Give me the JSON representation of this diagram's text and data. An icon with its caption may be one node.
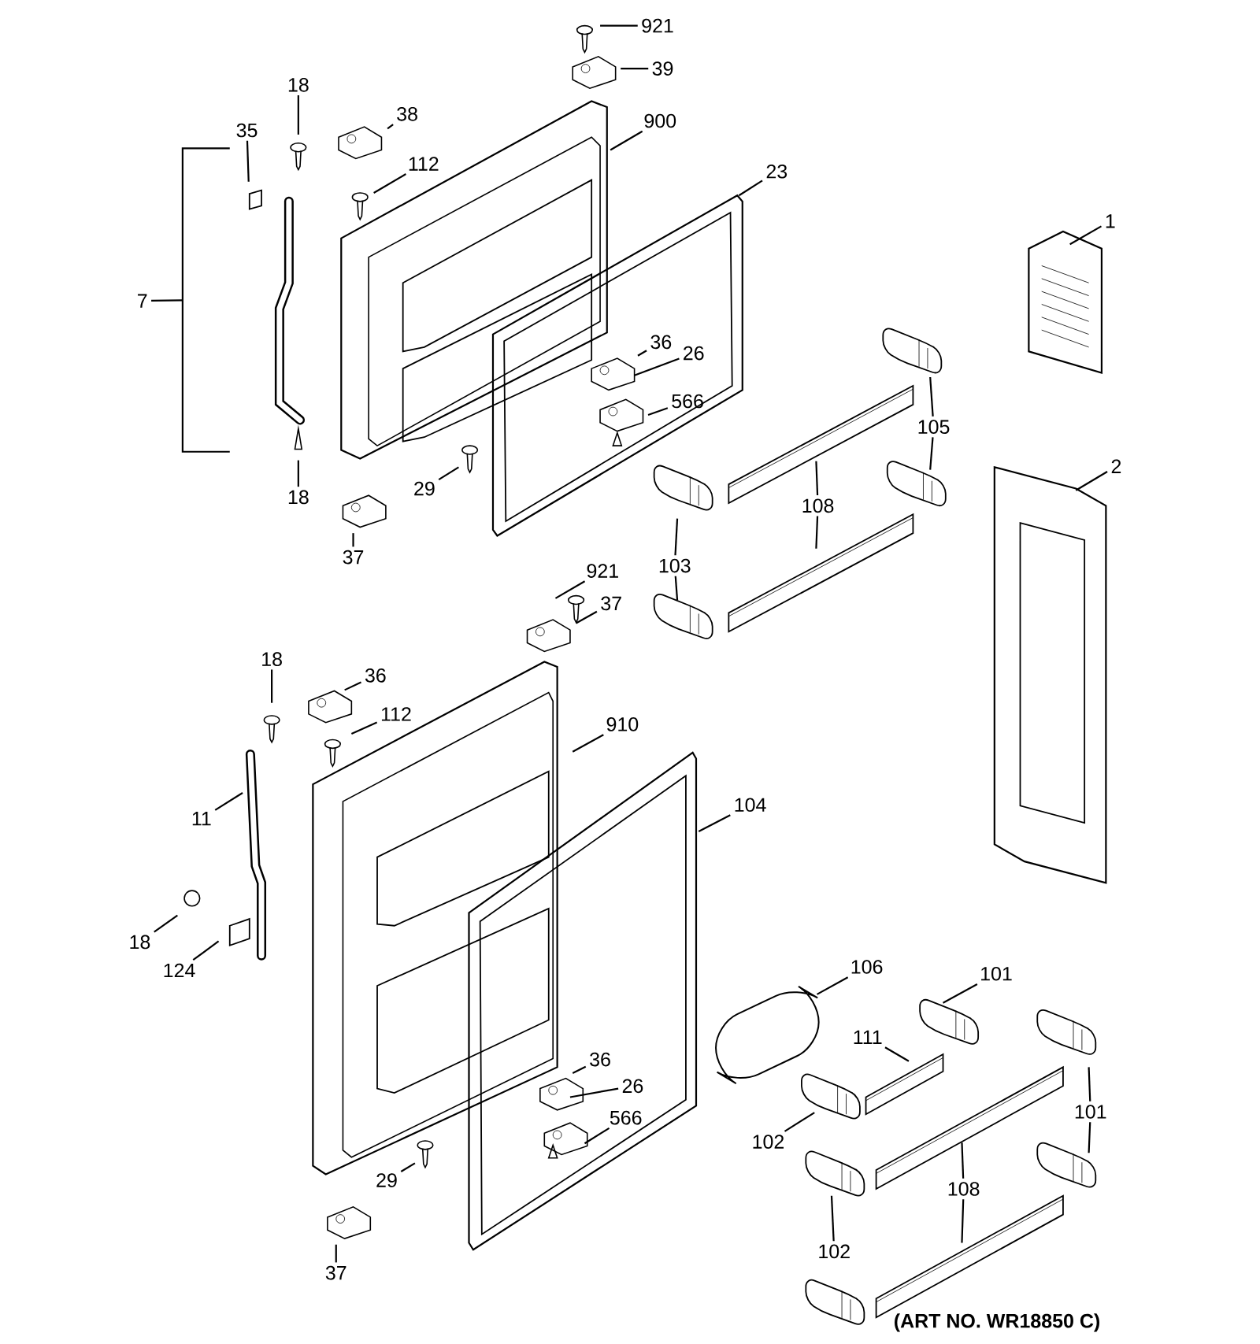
{
  "diagram": {
    "nodes": [
      {
        "text": [
          "921"
        ]
      },
      {
        "text": [
          "39"
        ]
      },
      {
        "text": [
          "38"
        ]
      },
      {
        "text": [
          "900"
        ]
      },
      {
        "text": [
          "18"
        ]
      },
      {
        "text": [
          "35"
        ]
      },
      {
        "text": [
          "112"
        ]
      },
      {
        "text": [
          "23"
        ]
      },
      {
        "text": [
          "1"
        ]
      },
      {
        "text": [
          "7"
        ]
      },
      {
        "text": [
          "36"
        ]
      },
      {
        "text": [
          "26"
        ]
      },
      {
        "text": [
          "566"
        ]
      },
      {
        "text": [
          "105"
        ]
      },
      {
        "text": [
          "2"
        ]
      },
      {
        "text": [
          "18"
        ]
      },
      {
        "text": [
          "29"
        ]
      },
      {
        "text": [
          "108"
        ]
      },
      {
        "text": [
          "103"
        ]
      },
      {
        "text": [
          "37"
        ]
      },
      {
        "text": [
          "921"
        ]
      },
      {
        "text": [
          "37"
        ]
      },
      {
        "text": [
          "18"
        ]
      },
      {
        "text": [
          "36"
        ]
      },
      {
        "text": [
          "112"
        ]
      },
      {
        "text": [
          "910"
        ]
      },
      {
        "text": [
          "11"
        ]
      },
      {
        "text": [
          "104"
        ]
      },
      {
        "text": [
          "18"
        ]
      },
      {
        "text": [
          "124"
        ]
      },
      {
        "text": [
          "106"
        ]
      },
      {
        "text": [
          "101"
        ]
      },
      {
        "text": [
          "111"
        ]
      },
      {
        "text": [
          "36"
        ]
      },
      {
        "text": [
          "26"
        ]
      },
      {
        "text": [
          "101"
        ]
      },
      {
        "text": [
          "102"
        ]
      },
      {
        "text": [
          "566"
        ]
      },
      {
        "text": [
          "29"
        ]
      },
      {
        "text": [
          "108"
        ]
      },
      {
        "text": [
          "102"
        ]
      },
      {
        "text": [
          "37"
        ]
      },
      {
        "text": [],
        "shape": "bracket"
      }
    ],
    "edges": [
      {
        "from": 0,
        "to": null,
        "arrow": "none"
      },
      {
        "from": 1,
        "to": null,
        "arrow": "none"
      },
      {
        "from": 2,
        "to": null,
        "arrow": "none"
      },
      {
        "from": 3,
        "to": null,
        "arrow": "none"
      },
      {
        "from": 4,
        "to": null,
        "arrow": "none"
      },
      {
        "from": 5,
        "to": null,
        "arrow": "none"
      },
      {
        "from": 6,
        "to": null,
        "arrow": "none"
      },
      {
        "from": 7,
        "to": null,
        "arrow": "none"
      },
      {
        "from": 8,
        "to": null,
        "arrow": "none"
      },
      {
        "from": 9,
        "to": 42,
        "arrow": "none"
      },
      {
        "from": 10,
        "to": null,
        "arrow": "none"
      },
      {
        "from": 11,
        "to": null,
        "arrow": "none"
      },
      {
        "from": 12,
        "to": null,
        "arrow": "none"
      },
      {
        "from": 13,
        "to": null,
        "arrow": "none"
      },
      {
        "from": 13,
        "to": null,
        "arrow": "none"
      },
      {
        "from": 14,
        "to": null,
        "arrow": "none"
      },
      {
        "from": 15,
        "to": null,
        "arrow": "none"
      },
      {
        "from": 16,
        "to": null,
        "arrow": "none"
      },
      {
        "from": 17,
        "to": null,
        "arrow": "none"
      },
      {
        "from": 17,
        "to": null,
        "arrow": "none"
      },
      {
        "from": 18,
        "to": null,
        "arrow": "none"
      },
      {
        "from": 18,
        "to": null,
        "arrow": "none"
      },
      {
        "from": 19,
        "to": null,
        "arrow": "none"
      },
      {
        "from": 20,
        "to": null,
        "arrow": "none"
      },
      {
        "from": 21,
        "to": null,
        "arrow": "none"
      },
      {
        "from": 22,
        "to": null,
        "arrow": "none"
      },
      {
        "from": 23,
        "to": null,
        "arrow": "none"
      },
      {
        "from": 24,
        "to": null,
        "arrow": "none"
      },
      {
        "from": 25,
        "to": null,
        "arrow": "none"
      },
      {
        "from": 26,
        "to": null,
        "arrow": "none"
      },
      {
        "from": 27,
        "to": null,
        "arrow": "none"
      },
      {
        "from": 28,
        "to": null,
        "arrow": "none"
      },
      {
        "from": 29,
        "to": null,
        "arrow": "none"
      },
      {
        "from": 30,
        "to": null,
        "arrow": "none"
      },
      {
        "from": 31,
        "to": null,
        "arrow": "none"
      },
      {
        "from": 32,
        "to": null,
        "arrow": "none"
      },
      {
        "from": 33,
        "to": null,
        "arrow": "none"
      },
      {
        "from": 34,
        "to": null,
        "arrow": "none"
      },
      {
        "from": 35,
        "to": null,
        "arrow": "none"
      },
      {
        "from": 35,
        "to": null,
        "arrow": "none"
      },
      {
        "from": 36,
        "to": null,
        "arrow": "none"
      },
      {
        "from": 37,
        "to": null,
        "arrow": "none"
      },
      {
        "from": 38,
        "to": null,
        "arrow": "none"
      },
      {
        "from": 39,
        "to": null,
        "arrow": "none"
      },
      {
        "from": 39,
        "to": null,
        "arrow": "none"
      },
      {
        "from": 40,
        "to": null,
        "arrow": "none"
      },
      {
        "from": 41,
        "to": null,
        "arrow": "none"
      }
    ],
    "labels": [
      "(ART NO. WR18850 C)"
    ]
  }
}
